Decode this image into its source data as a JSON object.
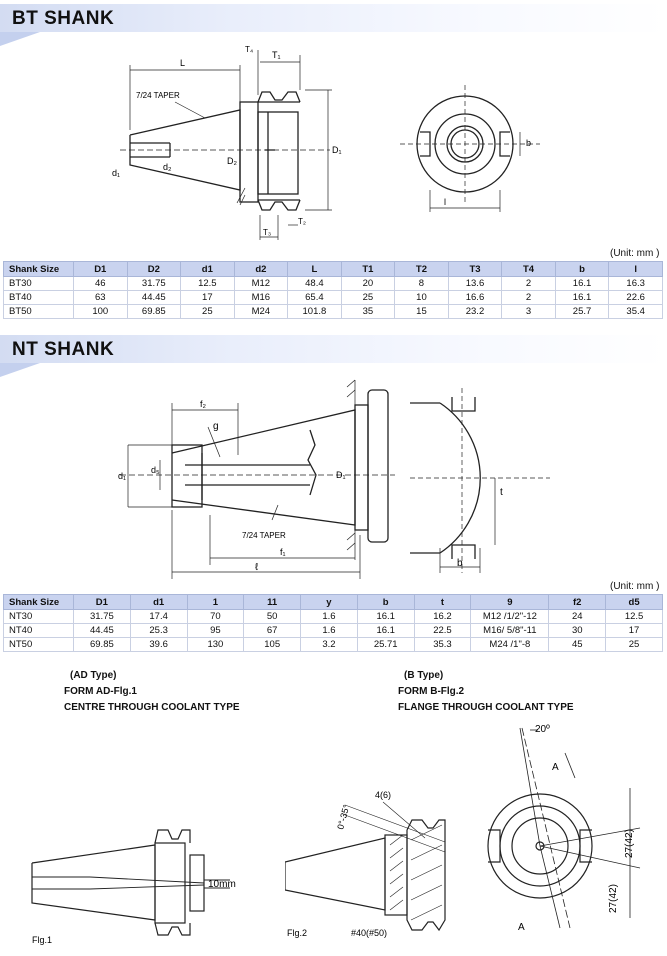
{
  "bt": {
    "title": "BT SHANK",
    "unit": "(Unit: mm )",
    "drawing": {
      "L": "L",
      "T4": "T₄",
      "T1": "T₁",
      "taper": "7/24 TAPER",
      "d1": "d₁",
      "d2": "d₂",
      "D2": "D₂",
      "D1": "D₁",
      "T3": "T₃",
      "T2": "T₂",
      "b": "b",
      "l": "l"
    },
    "table": {
      "headers": [
        "Shank Size",
        "D1",
        "D2",
        "d1",
        "d2",
        "L",
        "T1",
        "T2",
        "T3",
        "T4",
        "b",
        "l"
      ],
      "rows": [
        [
          "BT30",
          "46",
          "31.75",
          "12.5",
          "M12",
          "48.4",
          "20",
          "8",
          "13.6",
          "2",
          "16.1",
          "16.3"
        ],
        [
          "BT40",
          "63",
          "44.45",
          "17",
          "M16",
          "65.4",
          "25",
          "10",
          "16.6",
          "2",
          "16.1",
          "22.6"
        ],
        [
          "BT50",
          "100",
          "69.85",
          "25",
          "M24",
          "101.8",
          "35",
          "15",
          "23.2",
          "3",
          "25.7",
          "35.4"
        ]
      ]
    }
  },
  "nt": {
    "title": "NT SHANK",
    "unit": "(Unit: mm )",
    "drawing": {
      "f2": "f₂",
      "g": "g",
      "d1": "d₁",
      "d5": "d₅",
      "D1": "D₁",
      "taper": "7/24 TAPER",
      "f1": "f₁",
      "l": "ℓ",
      "t": "t",
      "b": "b"
    },
    "table": {
      "headers": [
        "Shank Size",
        "D1",
        "d1",
        "1",
        "11",
        "y",
        "b",
        "t",
        "9",
        "f2",
        "d5"
      ],
      "rows": [
        [
          "NT30",
          "31.75",
          "17.4",
          "70",
          "50",
          "1.6",
          "16.1",
          "16.2",
          "M12 /1/2\"-12",
          "24",
          "12.5"
        ],
        [
          "NT40",
          "44.45",
          "25.3",
          "95",
          "67",
          "1.6",
          "16.1",
          "22.5",
          "M16/ 5/8\"-11",
          "30",
          "17"
        ],
        [
          "NT50",
          "69.85",
          "39.6",
          "130",
          "105",
          "3.2",
          "25.71",
          "35.3",
          "M24 /1\"-8",
          "45",
          "25"
        ]
      ]
    }
  },
  "ad": {
    "type": "(AD Type)",
    "form": "FORM AD-Flg.1",
    "desc": "CENTRE THROUGH COOLANT TYPE",
    "fig": "Flg.1",
    "dim": "10mm"
  },
  "b": {
    "type": "(B Type)",
    "form": "FORM B-Flg.2",
    "desc": "FLANGE THROUGH COOLANT TYPE",
    "fig": "Flg.2",
    "angle": "0°-35°",
    "holes": "4(6)",
    "size": "#40(#50)",
    "top_angle": "20º",
    "A": "A",
    "dim1": "27(42)",
    "dim2": "27(42)"
  }
}
